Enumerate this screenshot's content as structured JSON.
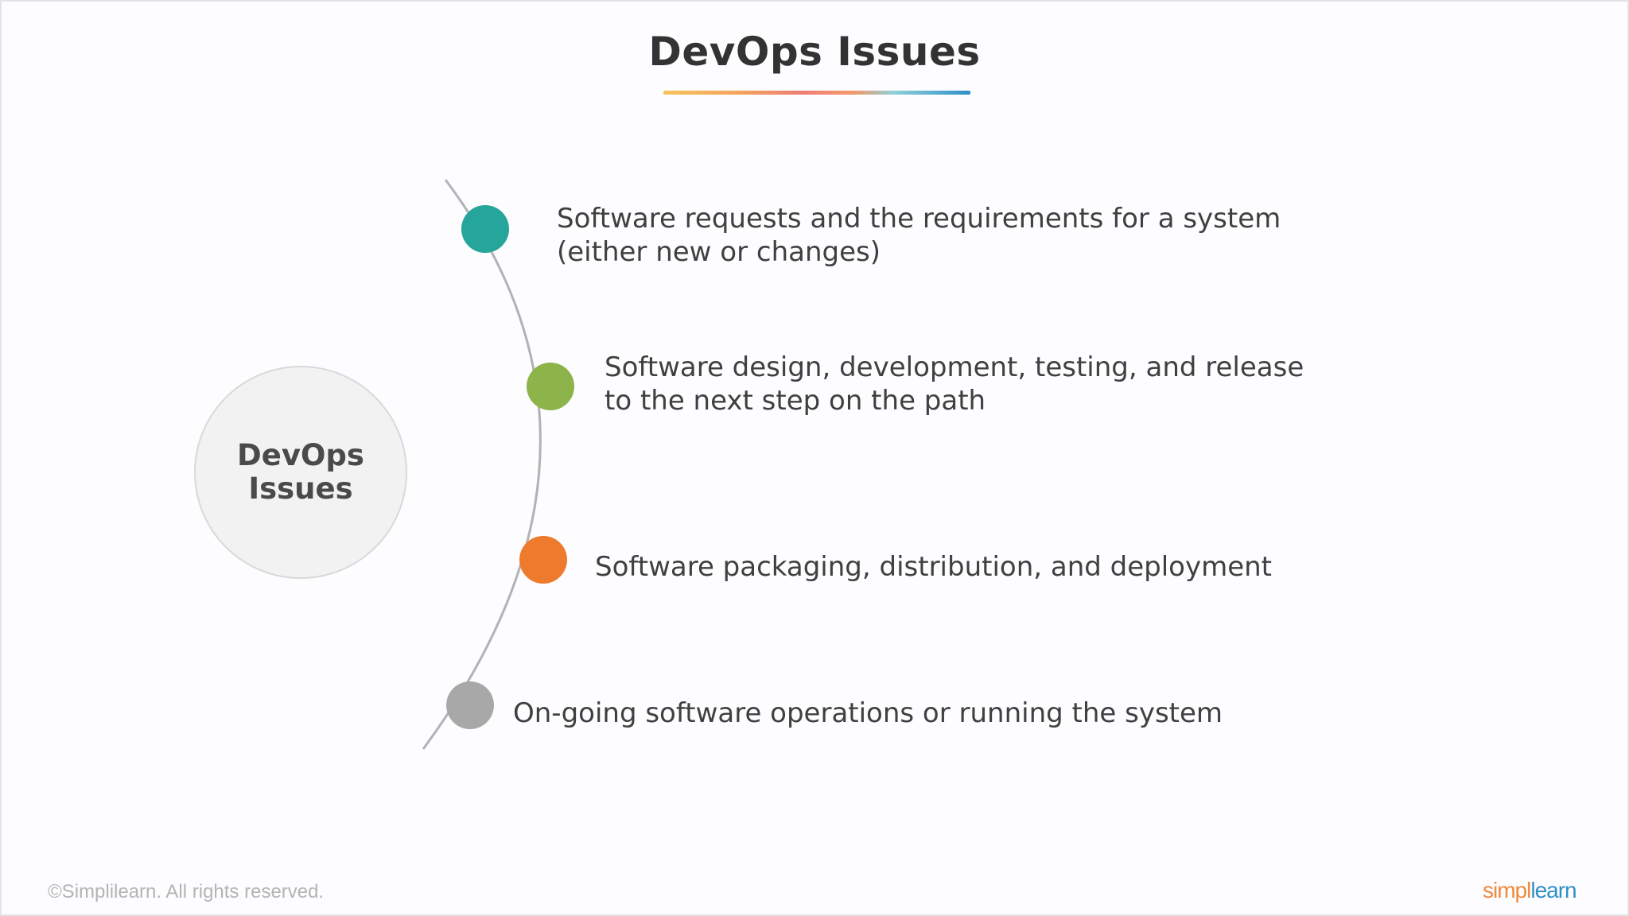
{
  "slide": {
    "title": "DevOps Issues"
  },
  "hub": {
    "label": "DevOps Issues"
  },
  "items": [
    {
      "line1": "Software requests and the requirements for a system",
      "line2": "(either new or changes)",
      "color": "#26a59a"
    },
    {
      "line1": "Software design, development, testing, and release",
      "line2": "to the next step on the path",
      "color": "#8db44a"
    },
    {
      "line1": "Software packaging, distribution, and deployment",
      "line2": "",
      "color": "#ee7a2d"
    },
    {
      "line1": "On-going software operations or running the system",
      "line2": "",
      "color": "#a8a8a8"
    }
  ],
  "footer": {
    "copyright": "©Simplilearn. All rights reserved.",
    "brand_part1": "simpl",
    "brand_part2": "learn"
  }
}
